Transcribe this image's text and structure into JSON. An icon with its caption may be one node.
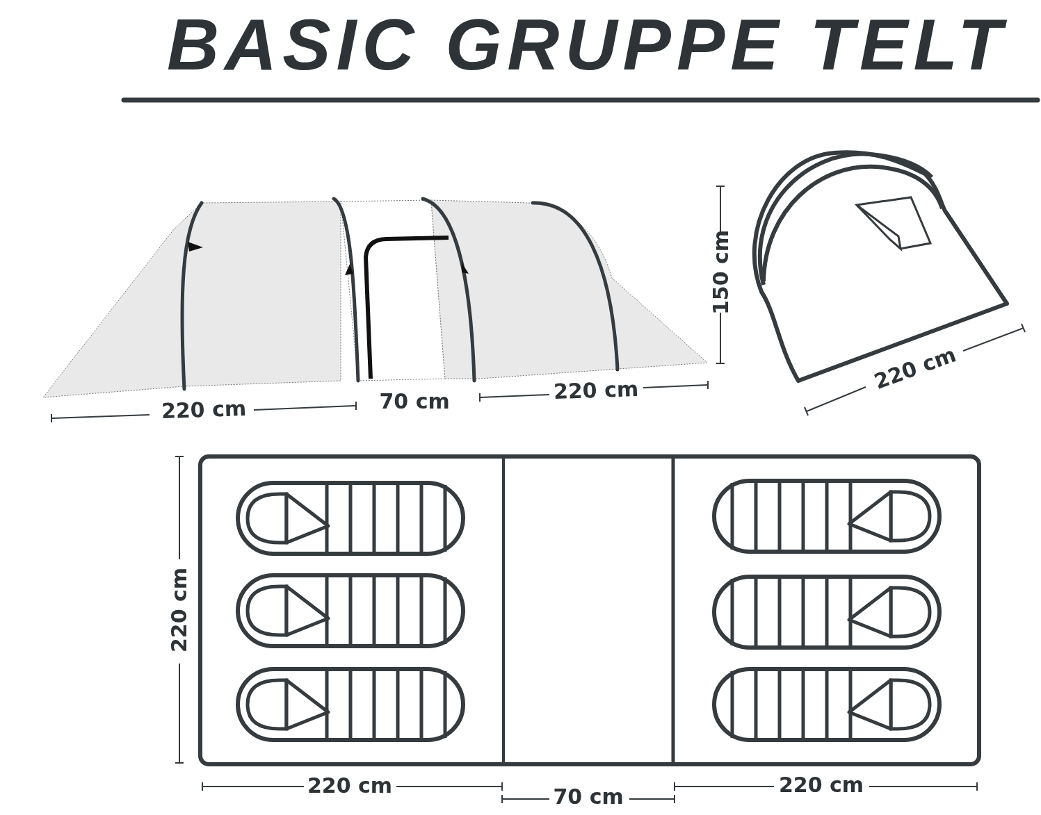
{
  "diagram": {
    "title": "BASIC GRUPPE TELT",
    "labels": [
      "220 cm",
      "70 cm",
      "220 cm",
      "150 cm",
      "220 cm",
      "220 cm",
      "220 cm",
      "70 cm",
      "220 cm"
    ]
  }
}
